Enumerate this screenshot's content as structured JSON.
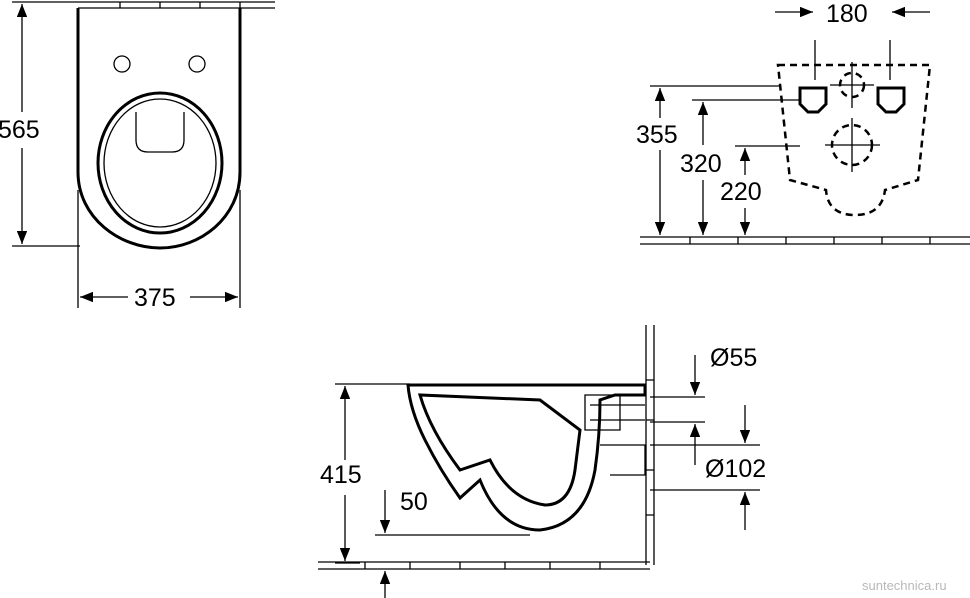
{
  "top_view": {
    "depth_label": "565",
    "width_label": "375"
  },
  "back_view": {
    "hole_spacing_label": "180",
    "height_355_label": "355",
    "height_320_label": "320",
    "height_220_label": "220"
  },
  "side_view": {
    "height_label": "415",
    "offset_label": "50",
    "diameter_55_label": "Ø55",
    "diameter_102_label": "Ø102"
  },
  "watermark": "suntechnica.ru"
}
